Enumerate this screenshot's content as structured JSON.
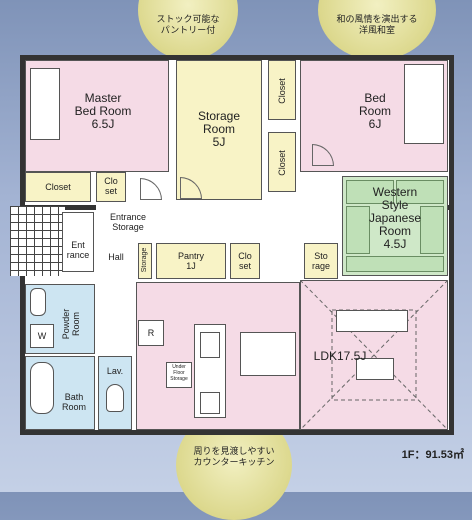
{
  "callouts": {
    "top_left": "ストック可能な\nパントリー付",
    "top_right": "和の風情を演出する\n洋風和室",
    "bottom": "周りを見渡しやすい\nカウンターキッチン"
  },
  "rooms": {
    "master_bedroom": "Master\nBed Room\n6.5J",
    "storage_room": "Storage\nRoom\n5J",
    "bedroom": "Bed\nRoom\n6J",
    "western_japanese": "Western\nStyle\nJapanese\nRoom\n4.5J",
    "closet_left": "Closet",
    "closet_small": "Clo\nset",
    "closet_v1": "Closet",
    "closet_v2": "Closet",
    "entrance_storage": "Entrance\nStorage",
    "entrance": "Ent\nrance",
    "hall": "Hall",
    "storage_v": "Storage",
    "pantry": "Pantry\n1J",
    "closet_mid": "Clo\nset",
    "storage_small": "Sto\nrage",
    "powder_room": "Powder\nRoom",
    "bath_room": "Bath\nRoom",
    "lav": "Lav.",
    "ldk": "LDK17.5J",
    "underfloor": "Under\nFloor\nStorage",
    "w_mark": "W",
    "r_mark": "R"
  },
  "floor_area": "1F：91.53㎡",
  "colors": {
    "pink": "#f5dbe6",
    "yellow": "#f8f3c6",
    "green": "#cfe8c8",
    "blue": "#cde5f2",
    "callout": "#dcd88d"
  }
}
